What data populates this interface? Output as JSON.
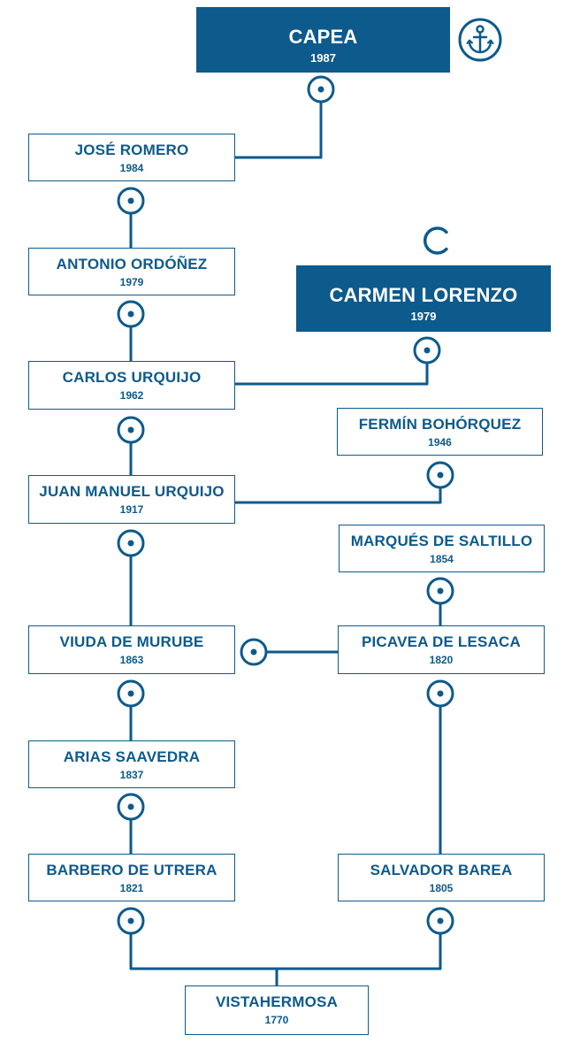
{
  "colors": {
    "primary": "#0d5a8c",
    "background": "#ffffff"
  },
  "icons": {
    "top_emblem": "anchor-icon",
    "branch_emblem": "crescent-c-icon",
    "connector": "target-circle-icon"
  },
  "nodes": {
    "capea": {
      "name": "CAPEA",
      "year": "1987"
    },
    "jose_romero": {
      "name": "JOSÉ ROMERO",
      "year": "1984"
    },
    "antonio_ordonez": {
      "name": "ANTONIO ORDÓÑEZ",
      "year": "1979"
    },
    "carmen_lorenzo": {
      "name": "CARMEN LORENZO",
      "year": "1979"
    },
    "carlos_urquijo": {
      "name": "CARLOS URQUIJO",
      "year": "1962"
    },
    "fermin_bohorquez": {
      "name": "FERMÍN BOHÓRQUEZ",
      "year": "1946"
    },
    "juan_manuel_urquijo": {
      "name": "JUAN MANUEL URQUIJO",
      "year": "1917"
    },
    "marques_de_saltillo": {
      "name": "MARQUÉS DE SALTILLO",
      "year": "1854"
    },
    "viuda_de_murube": {
      "name": "VIUDA DE MURUBE",
      "year": "1863"
    },
    "picavea_de_lesaca": {
      "name": "PICAVEA DE LESACA",
      "year": "1820"
    },
    "arias_saavedra": {
      "name": "ARIAS SAAVEDRA",
      "year": "1837"
    },
    "barbero_de_utrera": {
      "name": "BARBERO DE UTRERA",
      "year": "1821"
    },
    "salvador_barea": {
      "name": "SALVADOR BAREA",
      "year": "1805"
    },
    "vistahermosa": {
      "name": "VISTAHERMOSA",
      "year": "1770"
    }
  }
}
